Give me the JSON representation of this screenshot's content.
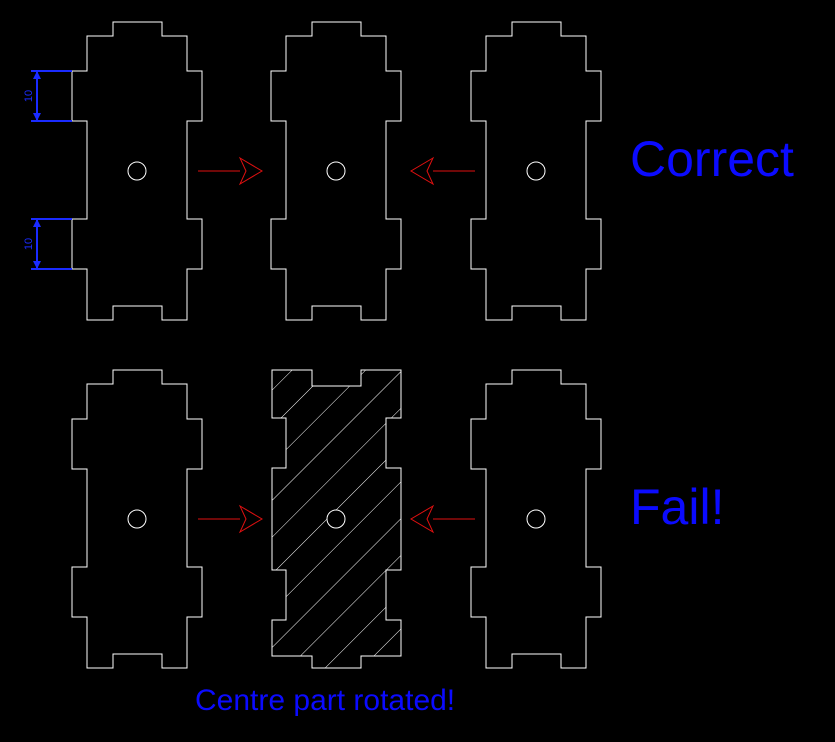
{
  "labels": {
    "correct": "Correct",
    "fail": "Fail!",
    "caption": "Centre part rotated!"
  },
  "dimensions": {
    "upper": "10",
    "lower": "10"
  },
  "colors": {
    "background": "#000000",
    "outline": "#ffffff",
    "arrow": "#e01010",
    "annotation": "#0b0bff"
  }
}
